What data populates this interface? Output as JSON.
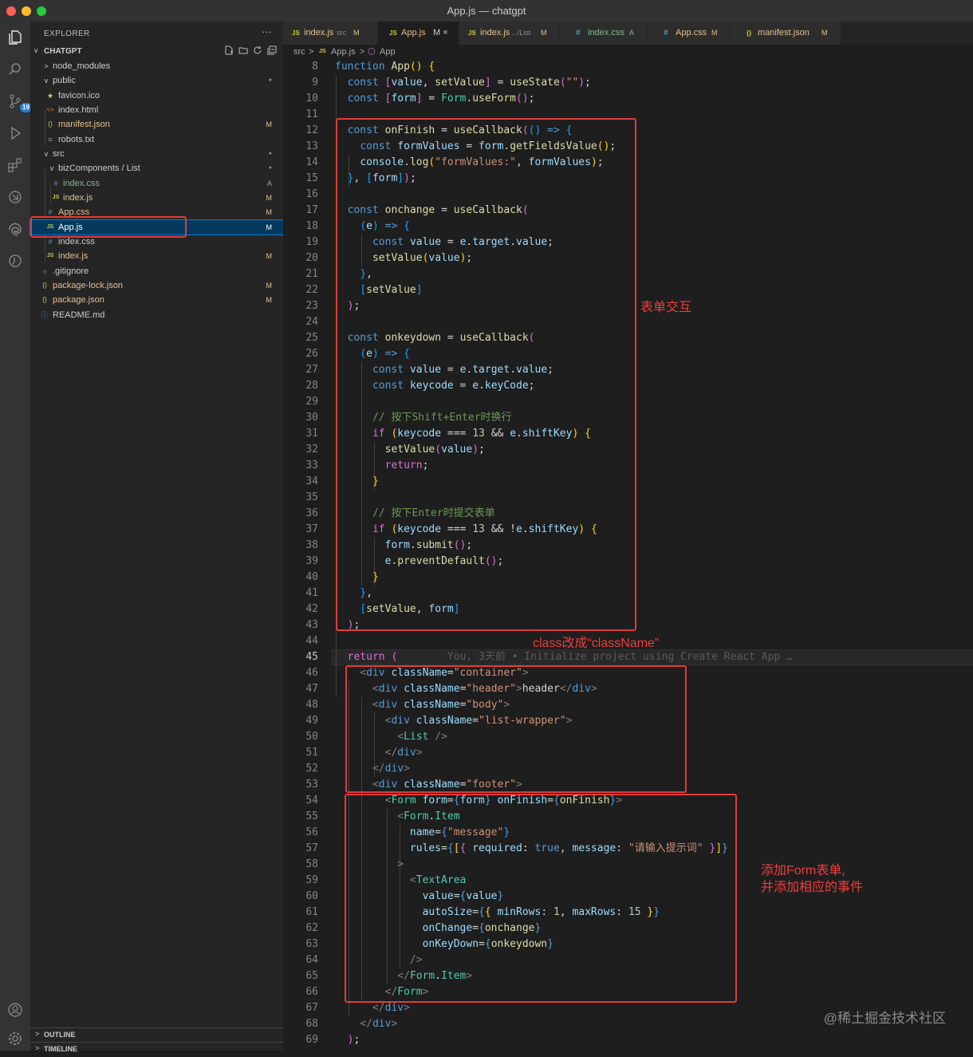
{
  "window": {
    "title": "App.js — chatgpt"
  },
  "colors": {
    "annotation": "#e03b3b",
    "selection": "#04395e",
    "badge": "#2a7fd4"
  },
  "activity_bar": {
    "source_control_badge": "19"
  },
  "sidebar": {
    "header": "EXPLORER",
    "more": "···",
    "project": "CHATGPT",
    "items": [
      {
        "label": "node_modules",
        "icon": ">",
        "status": ""
      },
      {
        "label": "public",
        "icon": "v",
        "status": "●"
      },
      {
        "label": "favicon.ico",
        "icon": "★",
        "status": ""
      },
      {
        "label": "index.html",
        "icon": "<>",
        "status": ""
      },
      {
        "label": "manifest.json",
        "icon": "{}",
        "status": "M"
      },
      {
        "label": "robots.txt",
        "icon": "≡",
        "status": ""
      },
      {
        "label": "src",
        "icon": "v",
        "status": "●"
      },
      {
        "label": "bizComponents / List",
        "icon": "v",
        "status": "●"
      },
      {
        "label": "index.css",
        "icon": "#",
        "status": "A"
      },
      {
        "label": "index.js",
        "icon": "JS",
        "status": "M"
      },
      {
        "label": "App.css",
        "icon": "#",
        "status": "M"
      },
      {
        "label": "App.js",
        "icon": "JS",
        "status": "M"
      },
      {
        "label": "index.css",
        "icon": "#",
        "status": ""
      },
      {
        "label": "index.js",
        "icon": "JS",
        "status": "M"
      },
      {
        "label": ".gitignore",
        "icon": "◈",
        "status": ""
      },
      {
        "label": "package-lock.json",
        "icon": "{}",
        "status": "M"
      },
      {
        "label": "package.json",
        "icon": "{}",
        "status": "M"
      },
      {
        "label": "README.md",
        "icon": "ⓘ",
        "status": ""
      }
    ],
    "outline": "OUTLINE",
    "timeline": "TIMELINE"
  },
  "tabs": [
    {
      "icon": "JS",
      "name": "index.js",
      "path": "src",
      "status": "M"
    },
    {
      "icon": "JS",
      "name": "App.js",
      "path": "",
      "status": "M ×"
    },
    {
      "icon": "JS",
      "name": "index.js",
      "path": ".../List",
      "status": "M"
    },
    {
      "icon": "#",
      "name": "index.css",
      "path": "",
      "status": "A"
    },
    {
      "icon": "#",
      "name": "App.css",
      "path": "",
      "status": "M"
    },
    {
      "icon": "{}",
      "name": "manifest.json",
      "path": "",
      "status": "M"
    }
  ],
  "breadcrumb": {
    "root": "src",
    "sep": ">",
    "file_icon": "JS",
    "file": "App.js",
    "symbol_icon": "⬡",
    "symbol": "App"
  },
  "editor": {
    "first_line": 8,
    "current_line": 45,
    "blame": "You, 3天前 • Initialize project using Create React App …",
    "line_numbers": [
      "8",
      "9",
      "10",
      "11",
      "12",
      "13",
      "14",
      "15",
      "16",
      "17",
      "18",
      "19",
      "20",
      "21",
      "22",
      "23",
      "24",
      "25",
      "26",
      "27",
      "28",
      "29",
      "30",
      "31",
      "32",
      "33",
      "34",
      "35",
      "36",
      "37",
      "38",
      "39",
      "40",
      "41",
      "42",
      "43",
      "44",
      "45",
      "46",
      "47",
      "48",
      "49",
      "50",
      "51",
      "52",
      "53",
      "54",
      "55",
      "56",
      "57",
      "58",
      "59",
      "60",
      "61",
      "62",
      "63",
      "64",
      "65",
      "66",
      "67",
      "68",
      "69"
    ]
  },
  "annotations": {
    "interaction": "表单交互",
    "classname": "class改成“className”",
    "form_line1": "添加Form表单,",
    "form_line2": "并添加相应的事件"
  },
  "watermark": "@稀土掘金技术社区"
}
